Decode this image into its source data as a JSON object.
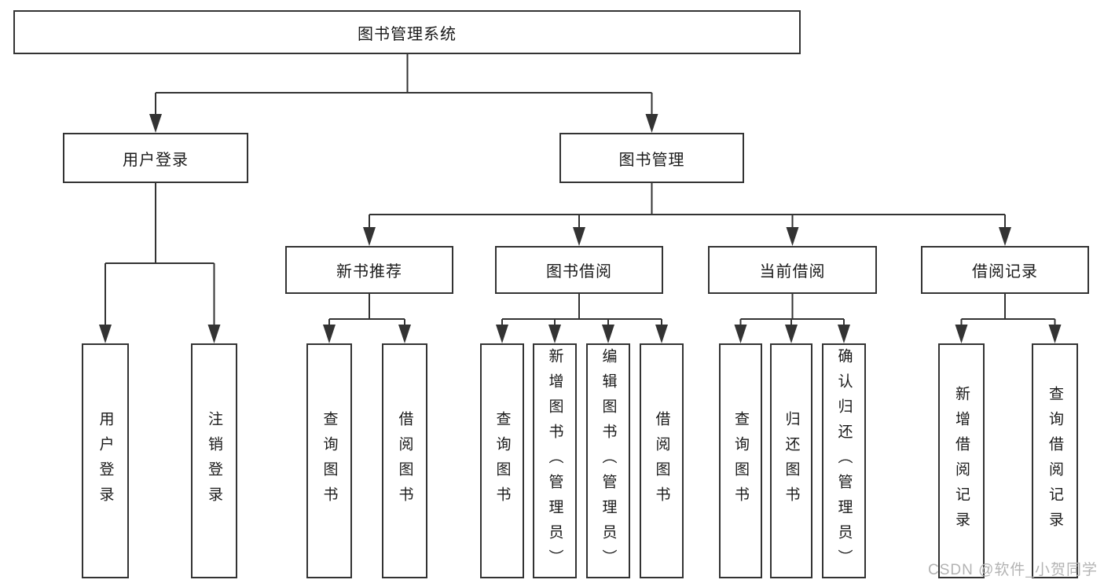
{
  "diagram_title": "图书管理系统",
  "tree": {
    "label": "图书管理系统",
    "children": [
      {
        "label": "用户登录",
        "children": [
          {
            "label": "用户登录"
          },
          {
            "label": "注销登录"
          }
        ]
      },
      {
        "label": "图书管理",
        "children": [
          {
            "label": "新书推荐",
            "children": [
              {
                "label": "查询图书"
              },
              {
                "label": "借阅图书"
              }
            ]
          },
          {
            "label": "图书借阅",
            "children": [
              {
                "label": "查询图书"
              },
              {
                "label": "新增图书（管理员）"
              },
              {
                "label": "编辑图书（管理员）"
              },
              {
                "label": "借阅图书"
              }
            ]
          },
          {
            "label": "当前借阅",
            "children": [
              {
                "label": "查询图书"
              },
              {
                "label": "归还图书"
              },
              {
                "label": "确认归还（管理员）"
              }
            ]
          },
          {
            "label": "借阅记录",
            "children": [
              {
                "label": "新增借阅记录"
              },
              {
                "label": "查询借阅记录"
              }
            ]
          }
        ]
      }
    ]
  },
  "watermark": {
    "text": "CSDN @软件_小贺同学"
  },
  "colors": {
    "line": "#333333",
    "box_border": "#333333",
    "box_fill": "#ffffff",
    "text": "#1a1a1a",
    "background": "#ffffff",
    "watermark": "#b3b3b3"
  }
}
